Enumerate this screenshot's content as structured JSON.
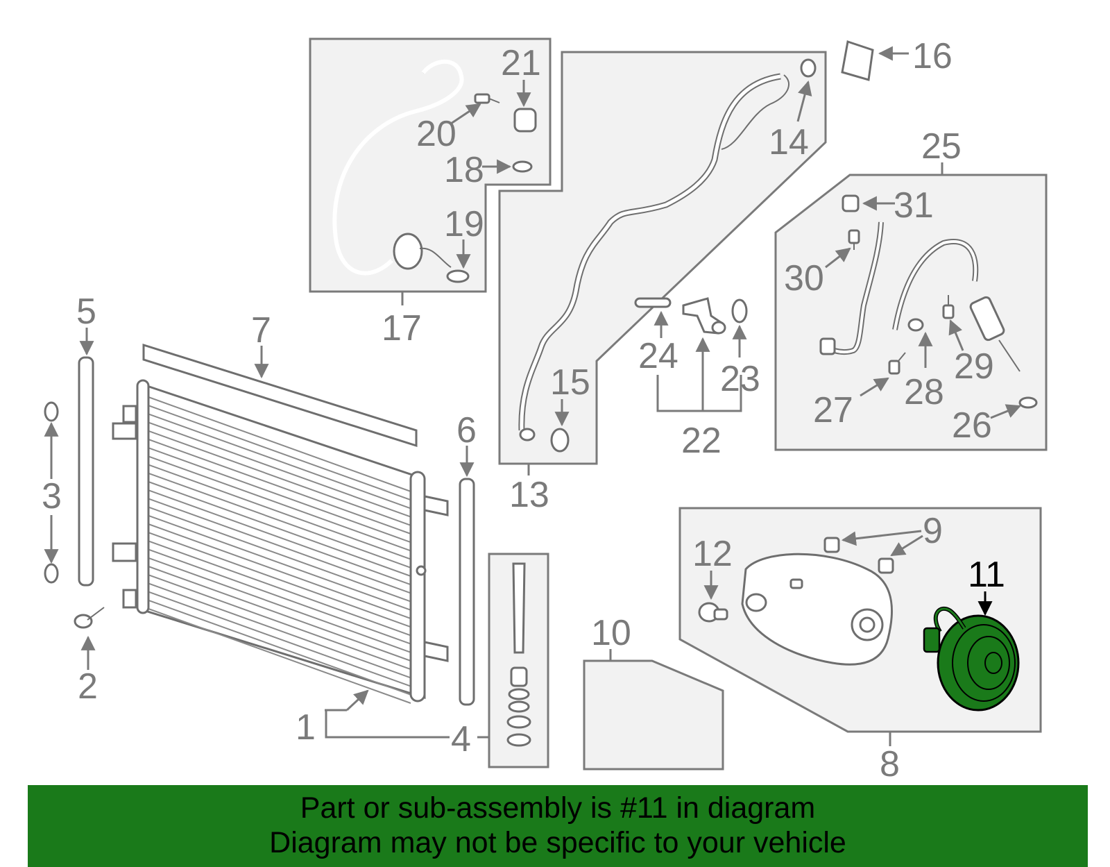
{
  "highlight_color": "#1a7a1a",
  "callouts": {
    "c1": "1",
    "c2": "2",
    "c3": "3",
    "c4": "4",
    "c5": "5",
    "c6": "6",
    "c7": "7",
    "c8": "8",
    "c9": "9",
    "c10": "10",
    "c11": "11",
    "c12": "12",
    "c13": "13",
    "c14": "14",
    "c15": "15",
    "c16": "16",
    "c17": "17",
    "c18": "18",
    "c19": "19",
    "c20": "20",
    "c21": "21",
    "c22": "22",
    "c23": "23",
    "c24": "24",
    "c25": "25",
    "c26": "26",
    "c27": "27",
    "c28": "28",
    "c29": "29",
    "c30": "30",
    "c31": "31"
  },
  "banner": {
    "line1": "Part or sub-assembly is #11 in diagram",
    "line2": "Diagram may not be specific to your vehicle"
  }
}
